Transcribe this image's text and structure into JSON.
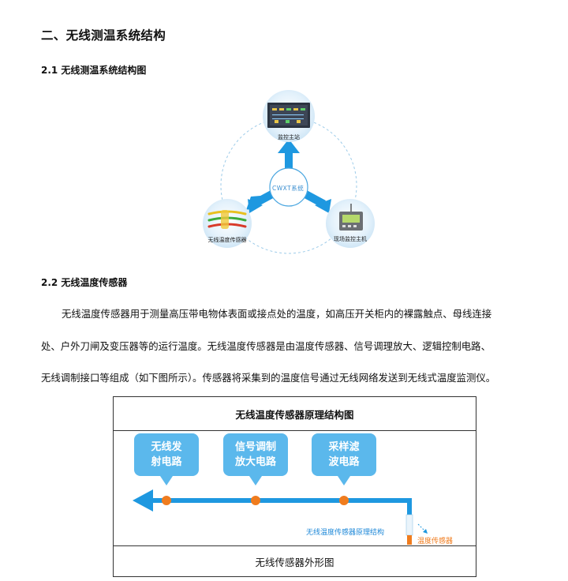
{
  "heading1": "二、无线测温系统结构",
  "section21": {
    "title": "2.1  无线测温系统结构图"
  },
  "diagram": {
    "top_label": "监控主站",
    "center_label": "CWXT系统",
    "left_label": "无线温度传感器",
    "right_label": "现场监控主机",
    "colors": {
      "ring": "#9ccbe9",
      "arrow": "#1e98e0",
      "node_bg": "#d9ecf9"
    }
  },
  "section22": {
    "title": "2.2  无线温度传感器",
    "lines": [
      "无线温度传感器用于测量高压带电物体表面或接点处的温度，如高压开关柜内的裸露触点、母线连接",
      "处、户外刀闸及变压器等的运行温度。无线温度传感器是由温度传感器、信号调理放大、逻辑控制电路、",
      "无线调制接口等组成（如下图所示）。传感器将采集到的温度信号通过无线网络发送到无线式温度监测仪。"
    ]
  },
  "principle": {
    "title": "无线温度传感器原理结构图",
    "bubbles": [
      {
        "line1": "无线发",
        "line2": "射电路"
      },
      {
        "line1": "信号调制",
        "line2": "放大电路"
      },
      {
        "line1": "采样滤",
        "line2": "波电路"
      }
    ],
    "caption_blue": "无线温度传感器原理结构",
    "caption_orange": "温度传感器",
    "footer": "无线传感器外形图",
    "colors": {
      "line": "#1e98e0",
      "dot": "#f07c1e",
      "bubble": "#5bb8ec",
      "orange_text": "#f07c1e",
      "blue_text": "#1e88d8"
    }
  }
}
